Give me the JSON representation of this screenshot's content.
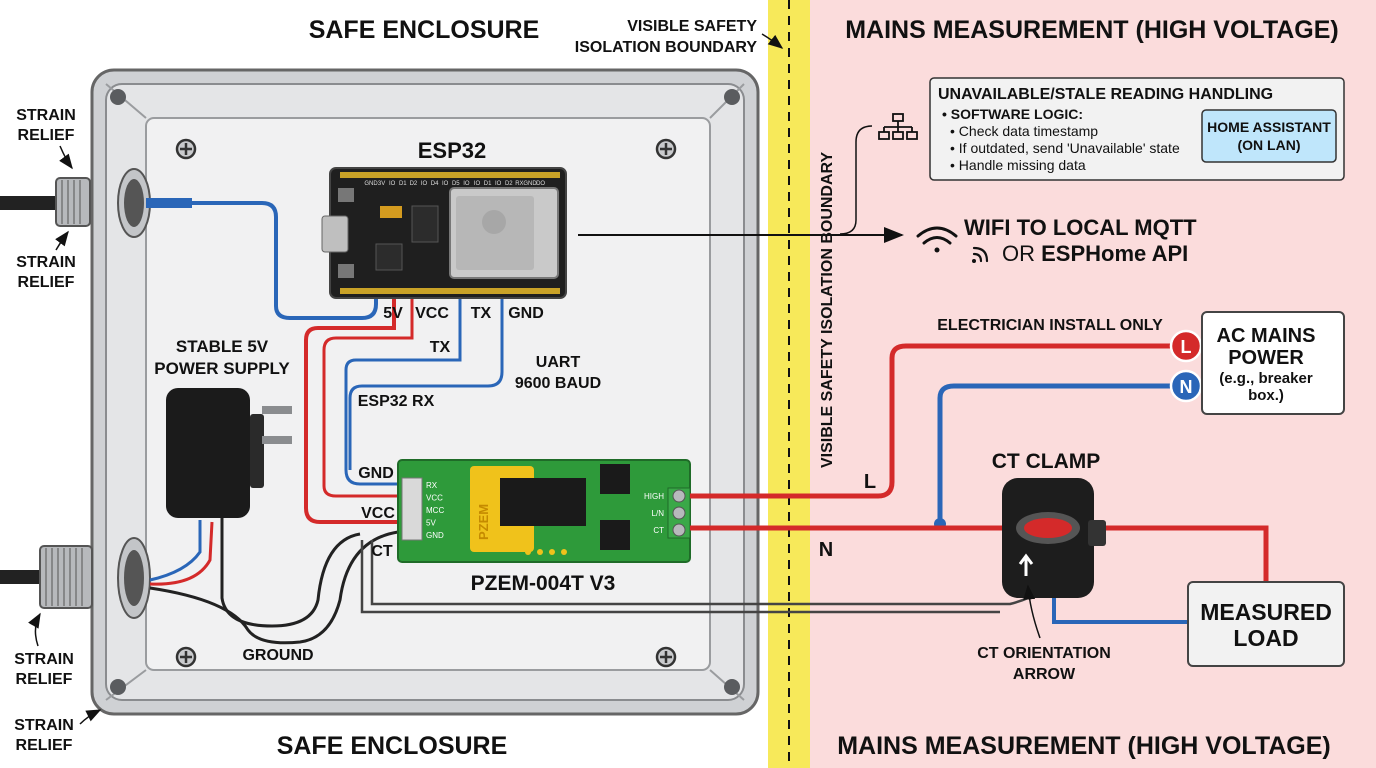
{
  "zones": {
    "safe_header": "SAFE ENCLOSURE",
    "safe_footer": "SAFE ENCLOSURE",
    "mains_header": "MAINS MEASUREMENT (HIGH VOLTAGE)",
    "mains_footer": "MAINS MEASUREMENT (HIGH VOLTAGE)",
    "boundary_line1": "VISIBLE SAFETY",
    "boundary_line2": "ISOLATION BOUNDARY",
    "boundary_vertical": "VISIBLE SAFETY ISOLATION BOUNDARY"
  },
  "strain_relief": {
    "line1": "STRAIN",
    "line2": "RELIEF"
  },
  "esp32": {
    "title": "ESP32",
    "pin_5v": "5V",
    "pin_vcc": "VCC",
    "pin_tx": "TX",
    "pin_gnd": "GND",
    "header_pins": [
      "GND",
      "3V",
      "IO",
      "D1",
      "D2",
      "IO",
      "D4",
      "IO",
      "D5",
      "IO",
      "IO",
      "D1",
      "IO",
      "D2",
      "RX",
      "GND",
      "DO"
    ]
  },
  "wiring": {
    "tx": "TX",
    "esp32_rx": "ESP32 RX",
    "uart_line1": "UART",
    "uart_line2": "9600 BAUD",
    "gnd": "GND",
    "vcc": "VCC",
    "ct": "CT",
    "ground": "GROUND"
  },
  "power_supply": {
    "line1": "STABLE 5V",
    "line2": "POWER SUPPLY"
  },
  "pzem": {
    "title": "PZEM-004T V3",
    "chip_text": "PZEM",
    "pins": [
      "RX",
      "VCC",
      "MCC",
      "5V",
      "GND"
    ],
    "terminal_labels": [
      "HIGH",
      "L/N",
      "CT"
    ]
  },
  "stale_box": {
    "title": "UNAVAILABLE/STALE READING HANDLING",
    "bullet": "SOFTWARE LOGIC:",
    "items": [
      "Check data timestamp",
      "If outdated, send 'Unavailable' state",
      "Handle missing data"
    ],
    "home_assistant_line1": "HOME ASSISTANT",
    "home_assistant_line2": "(ON LAN)"
  },
  "wifi": {
    "line1_prefix": "WIFI",
    "line1_suffix": "TO LOCAL MQTT",
    "line2_prefix": "OR",
    "line2_suffix": "ESPHome API"
  },
  "mains": {
    "electrician": "ELECTRICIAN INSTALL ONLY",
    "l_badge": "L",
    "n_badge": "N",
    "ac_line1": "AC MAINS",
    "ac_line2": "POWER",
    "ac_line3": "(e.g., breaker",
    "ac_line4": "box.)",
    "wire_l": "L",
    "wire_n": "N"
  },
  "ct_clamp": {
    "title": "CT CLAMP",
    "orientation_line1": "CT ORIENTATION",
    "orientation_line2": "ARROW"
  },
  "load": {
    "line1": "MEASURED",
    "line2": "LOAD"
  },
  "colors": {
    "mains_bg": "#fbdcdc",
    "boundary": "#f7e95a",
    "wire_red": "#d42a2a",
    "wire_blue": "#2a66b8",
    "wire_black": "#222222",
    "esp_board": "#1f1f1f",
    "pzem_board": "#2e9a3a",
    "ha_box": "#bfe6fb"
  },
  "icons": [
    "network-icon",
    "wifi-icon",
    "signal-icon",
    "power-adapter-icon",
    "screw-icon"
  ]
}
